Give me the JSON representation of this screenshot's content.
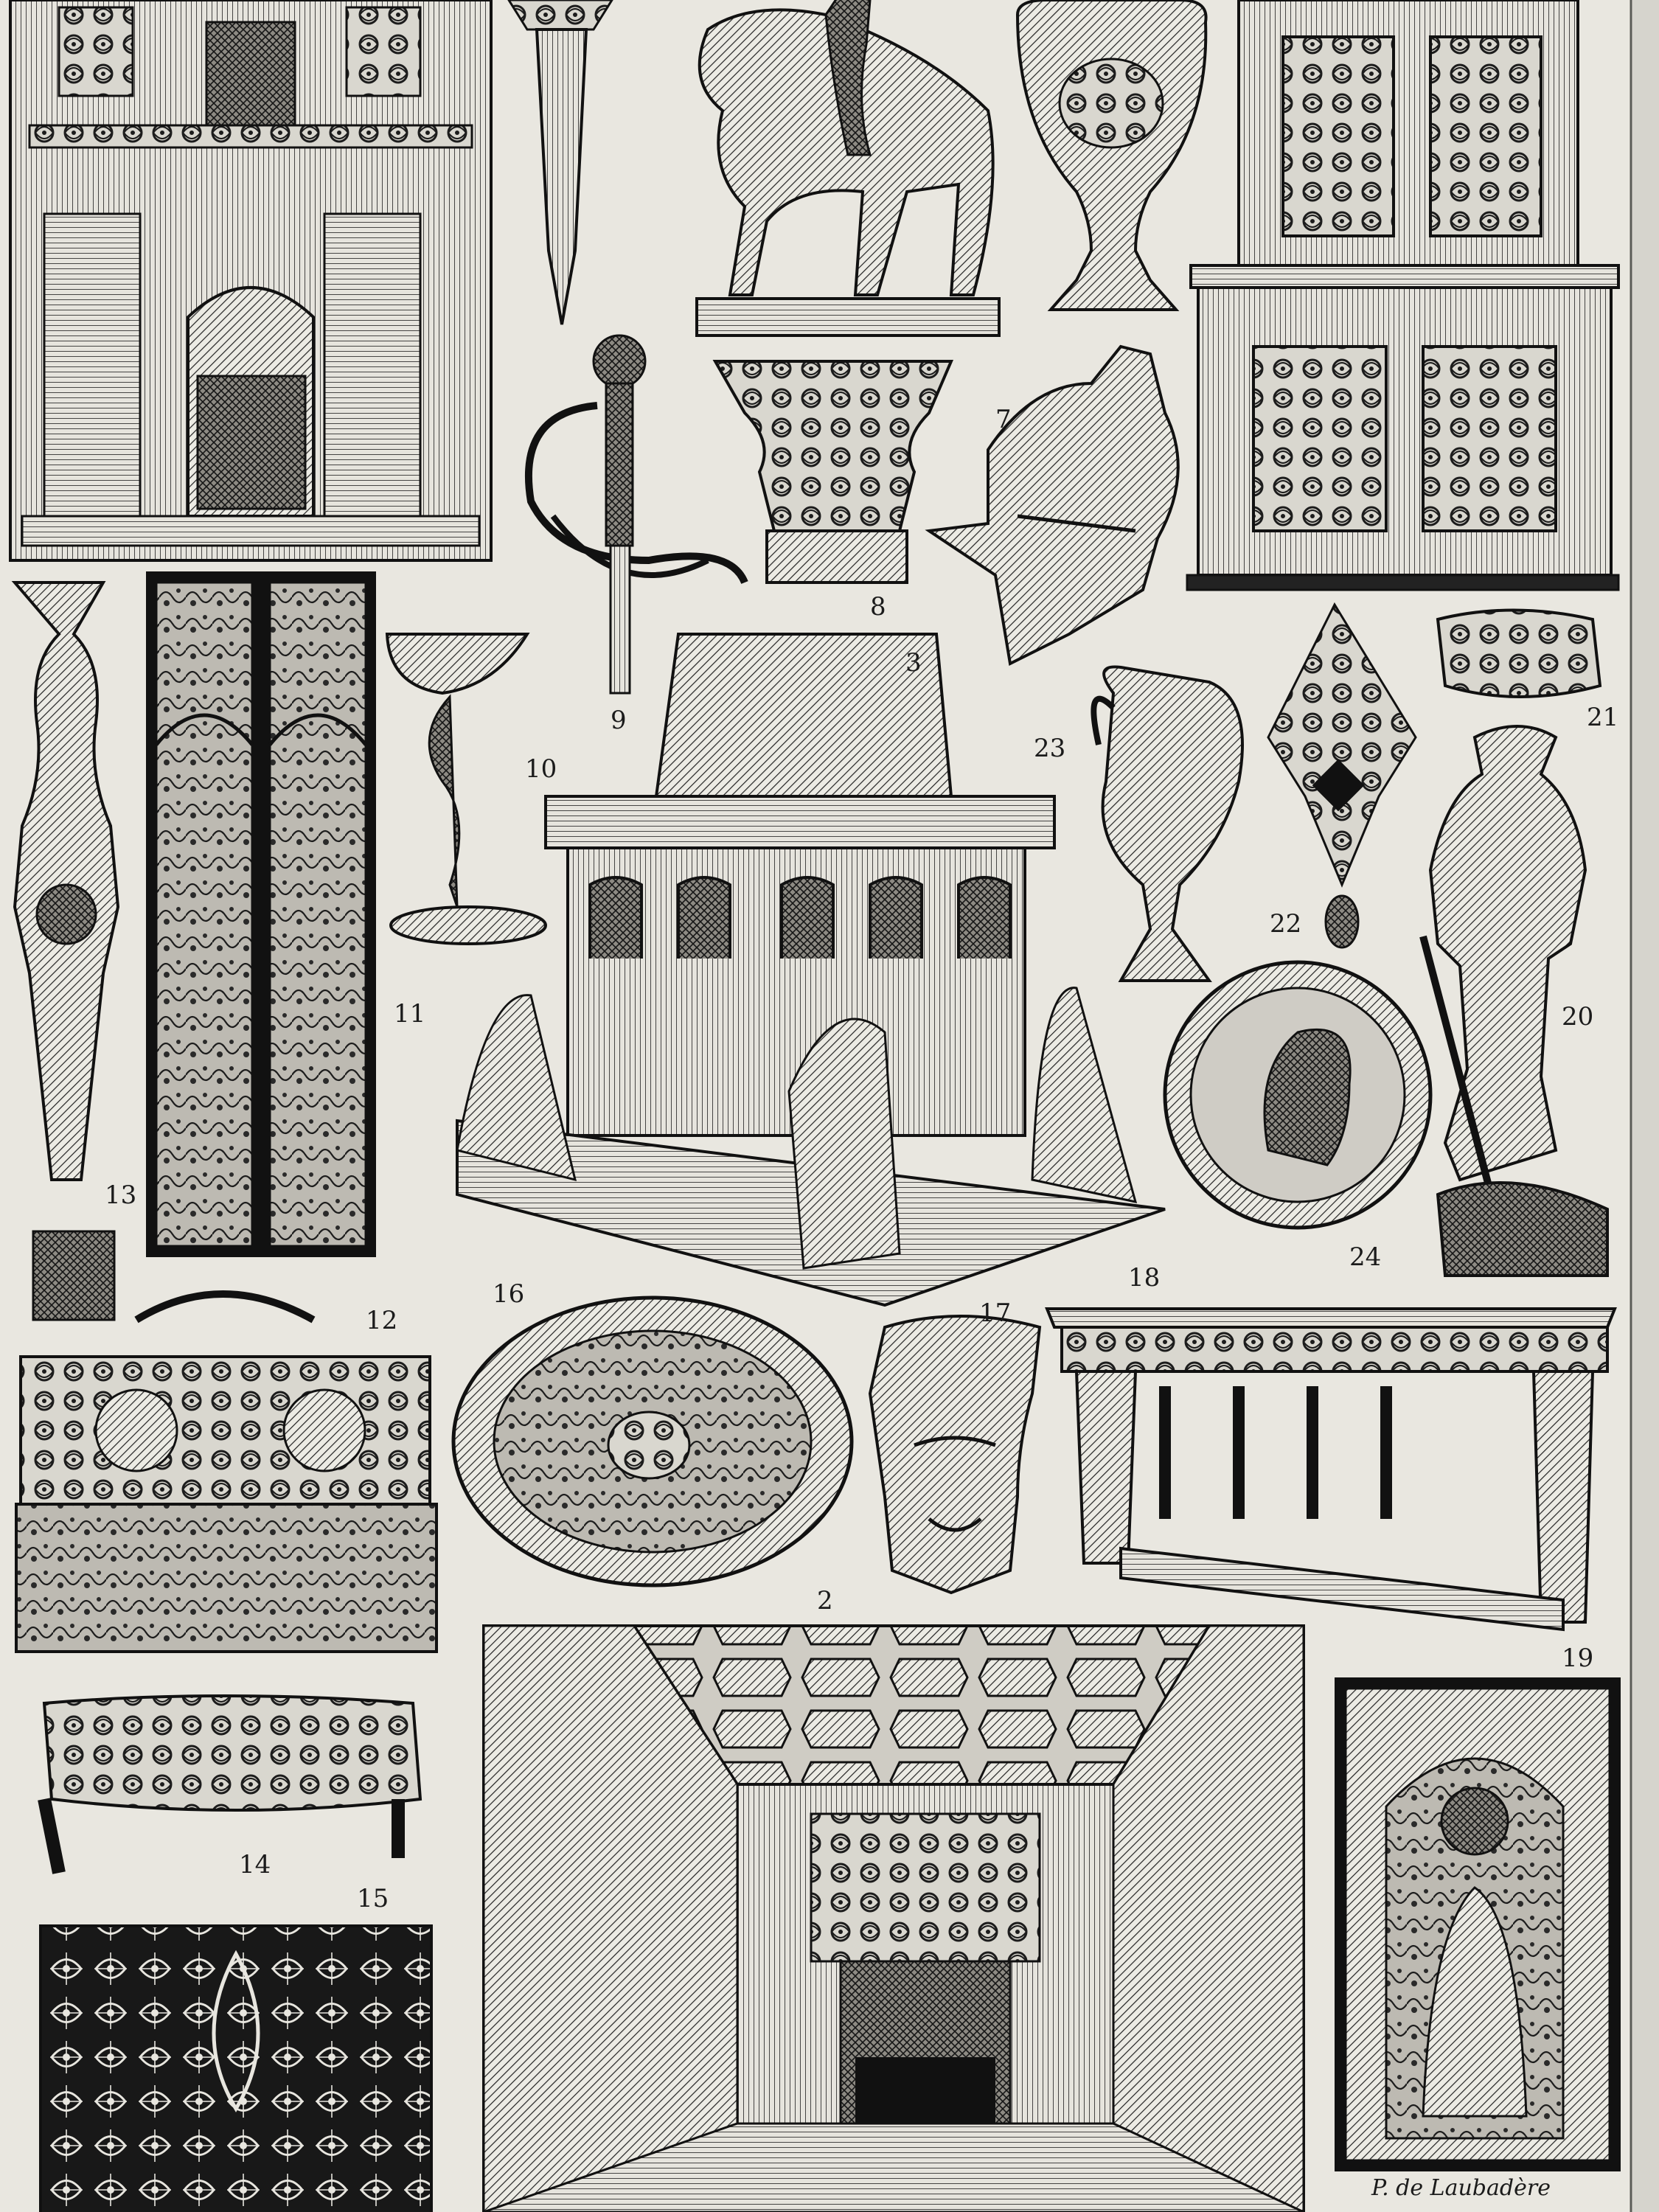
{
  "plate": {
    "paper_color": "#e9e7e0",
    "ink_color": "#1b1b1b",
    "figure_numbers": {
      "n2": "2",
      "n3": "3",
      "n7": "7",
      "n8": "8",
      "n9": "9",
      "n10": "10",
      "n11": "11",
      "n12": "12",
      "n13": "13",
      "n14": "14",
      "n15": "15",
      "n16": "16",
      "n17": "17",
      "n18": "18",
      "n19": "19",
      "n20": "20",
      "n21": "21",
      "n22": "22",
      "n23": "23",
      "n24": "24"
    },
    "signature": "P. de Laubadère"
  }
}
